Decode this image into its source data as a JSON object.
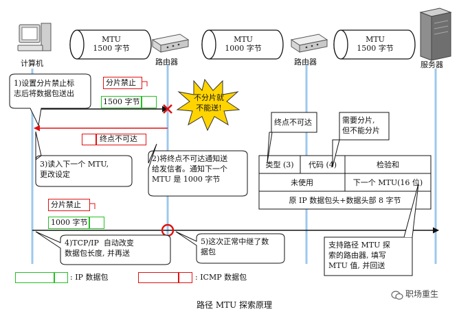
{
  "nodes": {
    "computer_label": "计算机",
    "router1_label": "路由器",
    "router2_label": "路由器",
    "server_label": "服务器"
  },
  "links": [
    {
      "mtu": "MTU",
      "size": "1500 字节"
    },
    {
      "mtu": "MTU",
      "size": "1000 字节"
    },
    {
      "mtu": "MTU",
      "size": "1500 字节"
    }
  ],
  "step1": {
    "text": "1)设置分片禁止标\n志后将数据包送出"
  },
  "packet1": {
    "flag": "分片禁止",
    "size": "1500 字节"
  },
  "burst": {
    "text": "不分片就\n不能送!"
  },
  "icmp_reply": {
    "label": "终点不可达"
  },
  "step2": {
    "text": "2)将终点不可达通知送\n给发信者。通知下一个\nMTU 是 1000 字节"
  },
  "step3": {
    "text": "3)读入下一个 MTU,\n更改设定"
  },
  "packet2": {
    "flag": "分片禁止",
    "size": "1000 字节"
  },
  "step4": {
    "text": "4)TCP/IP  自动改变\n数据包长度, 并再送"
  },
  "step5": {
    "text": "5)这次正常中继了数\n据包"
  },
  "icmp_fmt": {
    "callout_unreachable": "终点不可达",
    "callout_fragment": "需要分片,\n但不能分片",
    "type": "类型 (3)",
    "code": "代码 (4)",
    "checksum": "检验和",
    "unused": "未使用",
    "next_mtu": "下一个 MTU(16 位)",
    "payload": "原 IP 数据包头+数据头部 8 字节"
  },
  "step6": {
    "text": "支持路径 MTU 探\n索的路由器, 填写\nMTU 值, 并回送"
  },
  "legend": {
    "ip": ": IP 数据包",
    "icmp": ": ICMP 数据包"
  },
  "caption": "路径 MTU 探索原理",
  "watermark": "职场重生",
  "colors": {
    "arrow": "#111111",
    "reply": "#e01010",
    "lifeline": "#9ec8ec",
    "ip_box": "#22c022",
    "icmp_box": "#e01010",
    "burst": "#ffd400"
  }
}
